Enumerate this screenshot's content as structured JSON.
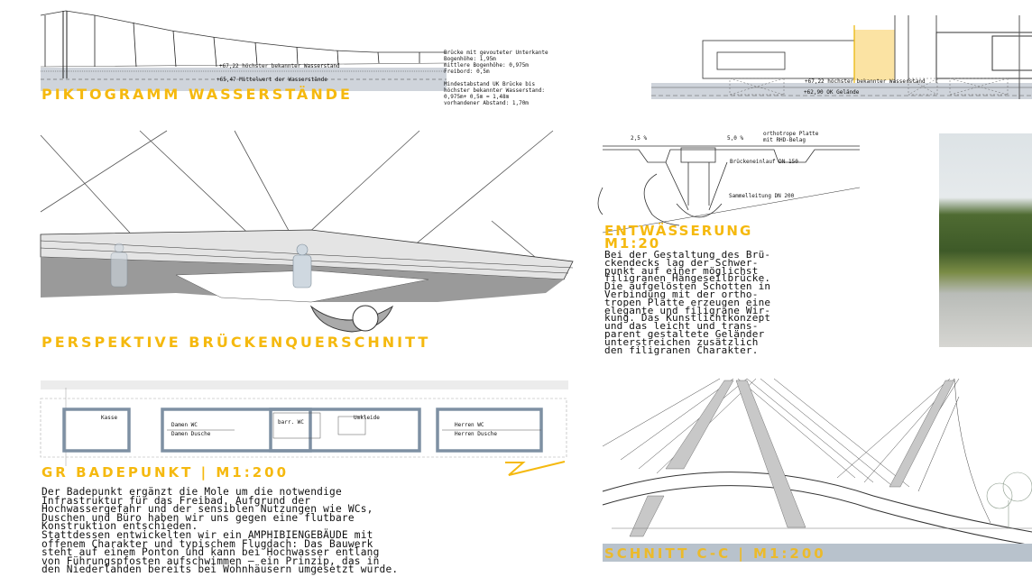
{
  "colors": {
    "accent": "#f5b90f",
    "water": "#cfd4db",
    "structure": "#a9a9a9",
    "plan_wall": "#7e90a3"
  },
  "pictogram": {
    "title": "PIKTOGRAMM WASSERSTÄNDE",
    "level_high": "+67,22 höchster bekannter Wasserstand",
    "level_mean": "+65,47 Mittelwert der Wasserstände",
    "notes": "Brücke mit gevouteter Unterkante\nBogenhöhe: 1,95m\nmittlere Bogenhöhe: 0,975m\nFreibord: 0,5m\n\nMindestabstand UK Brücke bis\nhöchster bekannter Wasserstand:\n0,975m+ 0,5m = 1,48m\nvorhandener Abstand: 1,70m"
  },
  "elevation": {
    "level_high": "+67,22 höchster bekannter Wasserstand",
    "level_ground": "+62,90 OK Gelände"
  },
  "perspective": {
    "title": "PERSPEKTIVE BRÜCKENQUERSCHNITT"
  },
  "drainage": {
    "title_line1": "ENTWÄSSERUNG",
    "title_line2": "M1:20",
    "slope_left": "2,5 %",
    "slope_right": "5,0 %",
    "plate_label": "orthotrope Platte\nmit RHD-Belag",
    "inlet_label": "Brückeneinlauf DN 150",
    "pipe_label": "Sammelleitung DN 200",
    "text": "Bei der Gestaltung des Brü-\nckendecks lag der Schwer-\npunkt auf einer möglichst\nfiligranen Hängeseilbrücke.\nDie aufgelösten Schotten in\nVerbindung mit der ortho-\ntropen Platte erzeugen eine\nelegante und filigrane Wir-\nkung. Das Kunstlichtkonzept\nund das leicht und trans-\nparent gestaltete Geländer\nunterstreichen zusätzlich\nden filigranen Charakter."
  },
  "floorplan": {
    "title": "GR BADEPUNKT | M1:200",
    "rooms": [
      "Kasse",
      "Damen WC",
      "Damen Dusche",
      "barr. WC",
      "Umkleide",
      "Herren WC",
      "Herren Dusche"
    ],
    "text": "Der Badepunkt ergänzt die Mole um die notwendige\nInfrastruktur für das Freibad. Aufgrund der\nHochwassergefahr und der sensiblen Nutzungen wie WCs,\nDuschen und Büro haben wir uns gegen eine flutbare\nKonstruktion entschieden.\nStattdessen entwickelten wir ein AMPHIBIENGEBÄUDE mit\noffenem Charakter und typischem Flugdach: Das Bauwerk\nsteht auf einem Ponton und kann bei Hochwasser entlang\nvon Führungspfosten aufschwimmen – ein Prinzip, das in\nden Niederlanden bereits bei Wohnhäusern umgesetzt wurde."
  },
  "section": {
    "title": "SCHNITT C-C | M1:200"
  }
}
